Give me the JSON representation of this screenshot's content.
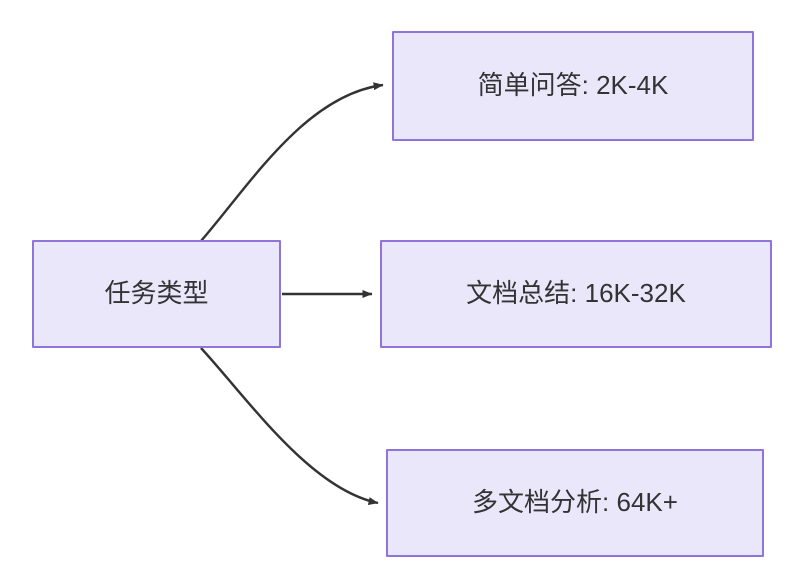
{
  "diagram": {
    "type": "flowchart",
    "direction": "left-to-right",
    "background_color": "#ffffff",
    "node_fill_color": "#ebe7fb",
    "node_border_color": "#9174da",
    "node_text_color": "#333333",
    "edge_color": "#333333",
    "nodes": [
      {
        "id": "source",
        "label": "任务类型"
      },
      {
        "id": "simple_qa",
        "label": "简单问答: 2K-4K"
      },
      {
        "id": "doc_summary",
        "label": "文档总结: 16K-32K"
      },
      {
        "id": "multi_doc",
        "label": "多文档分析: 64K+"
      }
    ],
    "edges": [
      {
        "id": "edge-source-simple-qa",
        "from": "source",
        "to": "simple_qa",
        "style": "curved",
        "arrowhead": "filled-triangle"
      },
      {
        "id": "edge-source-doc-summary",
        "from": "source",
        "to": "doc_summary",
        "style": "straight",
        "arrowhead": "filled-triangle"
      },
      {
        "id": "edge-source-multi-doc",
        "from": "source",
        "to": "multi_doc",
        "style": "curved",
        "arrowhead": "filled-triangle"
      }
    ]
  }
}
